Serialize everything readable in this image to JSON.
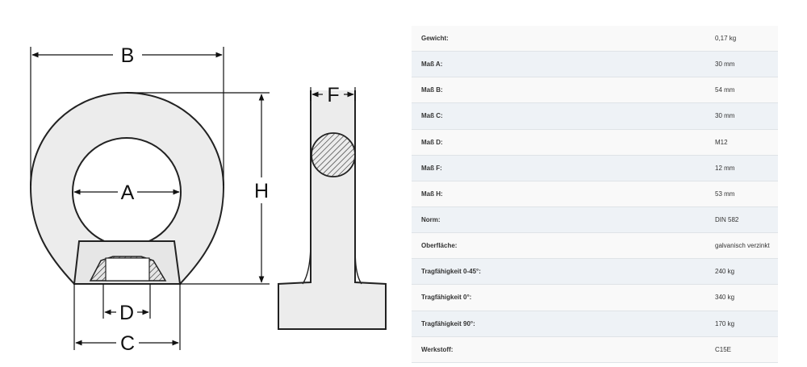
{
  "drawing": {
    "labels": {
      "a": "A",
      "b": "B",
      "c": "C",
      "d": "D",
      "f": "F",
      "h": "H"
    }
  },
  "specs": [
    {
      "key": "Gewicht:",
      "value": "0,17 kg"
    },
    {
      "key": "Maß A:",
      "value": "30 mm"
    },
    {
      "key": "Maß B:",
      "value": "54 mm"
    },
    {
      "key": "Maß C:",
      "value": "30 mm"
    },
    {
      "key": "Maß D:",
      "value": "M12"
    },
    {
      "key": "Maß F:",
      "value": "12 mm"
    },
    {
      "key": "Maß H:",
      "value": "53 mm"
    },
    {
      "key": "Norm:",
      "value": "DIN 582"
    },
    {
      "key": "Oberfläche:",
      "value": "galvanisch verzinkt"
    },
    {
      "key": "Tragfähigkeit 0-45°:",
      "value": "240 kg"
    },
    {
      "key": "Tragfähigkeit 0°:",
      "value": "340 kg"
    },
    {
      "key": "Tragfähigkeit 90°:",
      "value": "170 kg"
    },
    {
      "key": "Werkstoff:",
      "value": "C15E"
    }
  ]
}
